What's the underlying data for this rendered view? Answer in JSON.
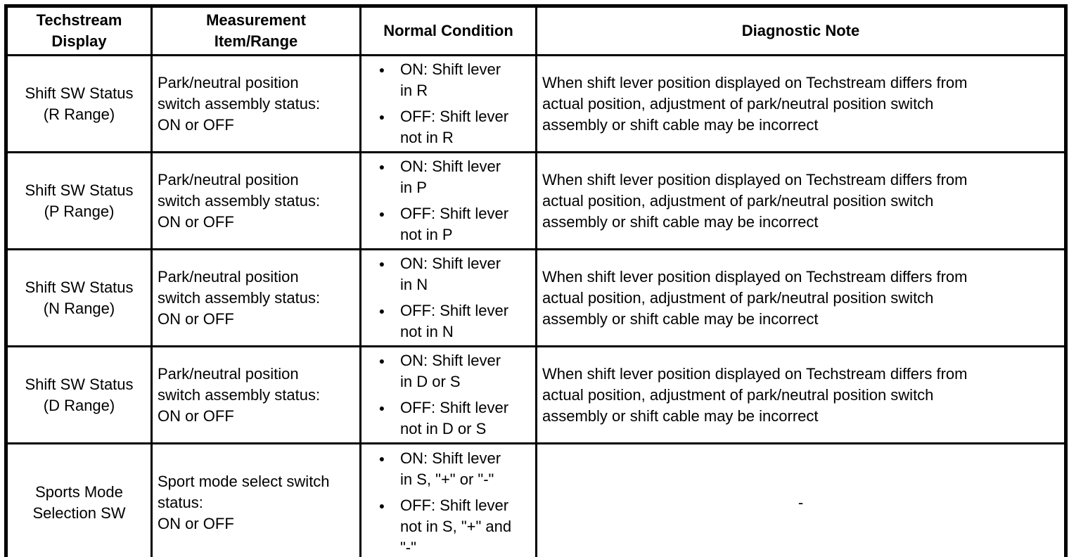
{
  "document": {
    "kind": "diagnostic-data-list-table",
    "background_color": "#ffffff",
    "text_color": "#000000",
    "border_color": "#000000"
  },
  "icons": {
    "bullet": "●"
  },
  "table": {
    "headers": [
      "Techstream\nDisplay",
      "Measurement\nItem/Range",
      "Normal Condition",
      "Diagnostic Note"
    ],
    "rows": [
      {
        "display": "Shift SW Status\n(R Range)",
        "measurement": "Park/neutral position\nswitch assembly status:\nON or OFF",
        "conditions": [
          "ON: Shift lever\nin R",
          "OFF: Shift lever\nnot in R"
        ],
        "note": "When shift lever position displayed on Techstream differs from\nactual position, adjustment of park/neutral position switch\nassembly or shift cable may be incorrect"
      },
      {
        "display": "Shift SW Status\n(P Range)",
        "measurement": "Park/neutral position\nswitch assembly status:\nON or OFF",
        "conditions": [
          "ON: Shift lever\nin P",
          "OFF: Shift lever\nnot in P"
        ],
        "note": "When shift lever position displayed on Techstream differs from\nactual position, adjustment of park/neutral position switch\nassembly or shift cable may be incorrect"
      },
      {
        "display": "Shift SW Status\n(N Range)",
        "measurement": "Park/neutral position\nswitch assembly status:\nON or OFF",
        "conditions": [
          "ON: Shift lever\nin N",
          "OFF: Shift lever\nnot in N"
        ],
        "note": "When shift lever position displayed on Techstream differs from\nactual position, adjustment of park/neutral position switch\nassembly or shift cable may be incorrect"
      },
      {
        "display": "Shift SW Status\n(D Range)",
        "measurement": "Park/neutral position\nswitch assembly status:\nON or OFF",
        "conditions": [
          "ON: Shift lever\nin D or S",
          "OFF: Shift lever\nnot in D or S"
        ],
        "note": "When shift lever position displayed on Techstream differs from\nactual position, adjustment of park/neutral position switch\nassembly or shift cable may be incorrect"
      },
      {
        "display": "Sports Mode\nSelection SW",
        "measurement": "Sport mode select switch\nstatus:\nON or OFF",
        "conditions": [
          "ON: Shift lever\nin S, \"+\" or \"-\"",
          "OFF: Shift lever\nnot in S, \"+\" and\n\"-\""
        ],
        "note": "-"
      }
    ]
  }
}
